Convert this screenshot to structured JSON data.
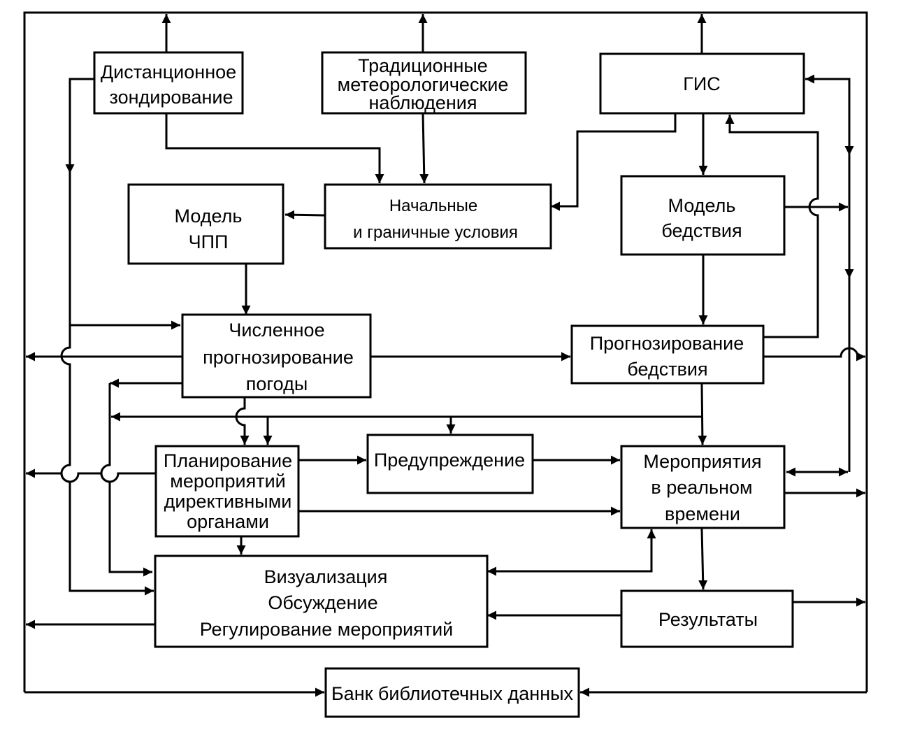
{
  "diagram": {
    "title": "Схема системы прогнозирования бедствий и мероприятий",
    "colors": {
      "line": "#000000",
      "background": "#ffffff"
    },
    "nodes": {
      "remote_sensing": {
        "lines": [
          "Дистанционное",
          "зондирование"
        ]
      },
      "traditional_obs": {
        "lines": [
          "Традиционные",
          "метеорологические",
          "наблюдения"
        ]
      },
      "gis": {
        "lines": [
          "ГИС"
        ]
      },
      "nwp_model": {
        "lines": [
          "Модель",
          "ЧПП"
        ]
      },
      "initial_conditions": {
        "lines": [
          "Начальные",
          "и граничные условия"
        ]
      },
      "disaster_model": {
        "lines": [
          "Модель",
          "бедствия"
        ]
      },
      "nwp": {
        "lines": [
          "Численное",
          "прогнозирование",
          "погоды"
        ]
      },
      "disaster_forecast": {
        "lines": [
          "Прогнозирование",
          "бедствия"
        ]
      },
      "planning": {
        "lines": [
          "Планирование",
          "мероприятий",
          "директивными",
          "органами"
        ]
      },
      "warning": {
        "lines": [
          "Предупреждение"
        ]
      },
      "realtime_actions": {
        "lines": [
          "Мероприятия",
          "в реальном",
          "времени"
        ]
      },
      "visualization": {
        "lines": [
          "Визуализация",
          "Обсуждение",
          "Регулирование мероприятий"
        ]
      },
      "results": {
        "lines": [
          "Результаты"
        ]
      },
      "data_bank": {
        "lines": [
          "Банк библиотечных данных"
        ]
      }
    },
    "edges": [
      {
        "from": "remote_sensing",
        "to": "data_bank_bus"
      },
      {
        "from": "traditional_obs",
        "to": "data_bank_bus"
      },
      {
        "from": "gis",
        "to": "data_bank_bus"
      },
      {
        "from": "remote_sensing",
        "to": "initial_conditions"
      },
      {
        "from": "traditional_obs",
        "to": "initial_conditions"
      },
      {
        "from": "gis",
        "to": "initial_conditions"
      },
      {
        "from": "gis",
        "to": "disaster_model"
      },
      {
        "from": "initial_conditions",
        "to": "nwp_model"
      },
      {
        "from": "nwp_model",
        "to": "nwp"
      },
      {
        "from": "remote_sensing",
        "to": "nwp"
      },
      {
        "from": "remote_sensing",
        "to": "visualization"
      },
      {
        "from": "nwp",
        "to": "disaster_forecast"
      },
      {
        "from": "nwp",
        "to": "planning"
      },
      {
        "from": "nwp",
        "to": "visualization"
      },
      {
        "from": "disaster_model",
        "to": "disaster_forecast"
      },
      {
        "from": "disaster_model",
        "to": "right_bus"
      },
      {
        "from": "disaster_forecast",
        "to": "gis"
      },
      {
        "from": "disaster_forecast",
        "to": "realtime_actions"
      },
      {
        "from": "disaster_forecast",
        "to": "warning"
      },
      {
        "from": "disaster_forecast",
        "to": "planning"
      },
      {
        "from": "disaster_forecast",
        "to": "visualization"
      },
      {
        "from": "planning",
        "to": "warning"
      },
      {
        "from": "planning",
        "to": "realtime_actions"
      },
      {
        "from": "planning",
        "to": "visualization"
      },
      {
        "from": "warning",
        "to": "realtime_actions"
      },
      {
        "from": "realtime_actions",
        "to": "right_bus",
        "bidirectional": true
      },
      {
        "from": "realtime_actions",
        "to": "visualization",
        "bidirectional": true
      },
      {
        "from": "realtime_actions",
        "to": "results"
      },
      {
        "from": "results",
        "to": "visualization"
      },
      {
        "from": "right_bus",
        "to": "gis"
      },
      {
        "from": "data_bank_bus",
        "to": "data_bank"
      }
    ]
  }
}
